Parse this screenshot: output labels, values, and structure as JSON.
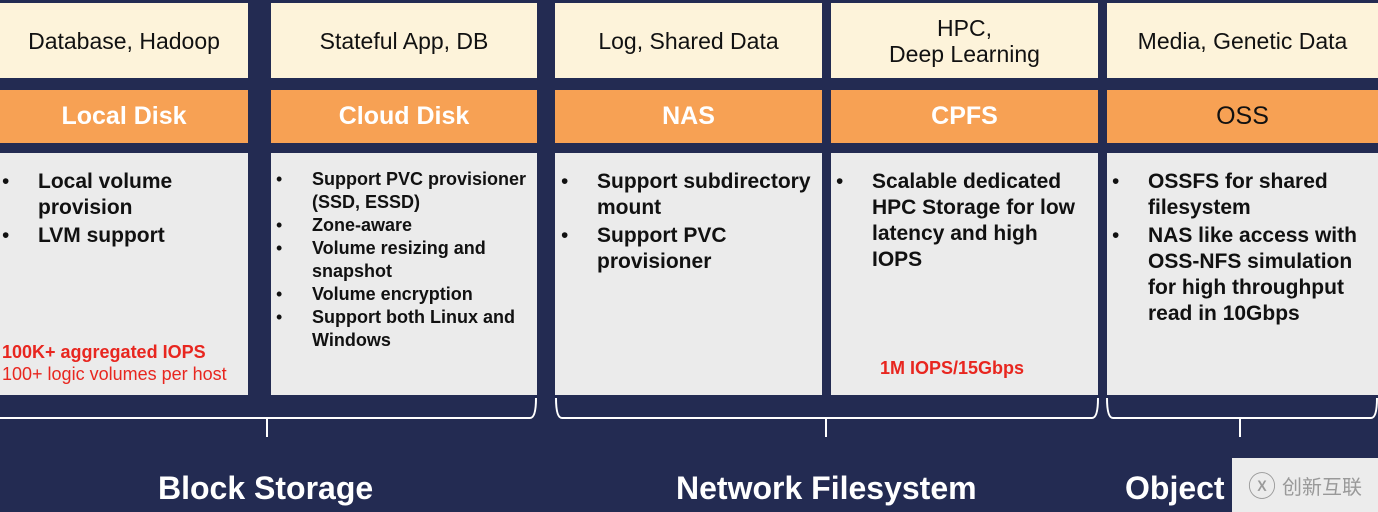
{
  "columns": [
    {
      "use_case": "Database, Hadoop",
      "product": "Local Disk",
      "features": [
        "Local volume provision",
        "LVM support"
      ],
      "highlights": [
        "100K+ aggregated IOPS",
        "100+ logic volumes per host"
      ]
    },
    {
      "use_case": "Stateful App, DB",
      "product": "Cloud Disk",
      "features": [
        "Support PVC provisioner (SSD, ESSD)",
        "Zone-aware",
        "Volume resizing and snapshot",
        "Volume encryption",
        "Support both Linux and Windows"
      ]
    },
    {
      "use_case": "Log, Shared Data",
      "product": "NAS",
      "features": [
        "Support subdirectory mount",
        "Support PVC provisioner"
      ]
    },
    {
      "use_case_line1": "HPC,",
      "use_case_line2": "Deep Learning",
      "product": "CPFS",
      "features": [
        "Scalable dedicated HPC Storage for low latency and high IOPS"
      ],
      "highlights": [
        "1M IOPS/15Gbps"
      ]
    },
    {
      "use_case": "Media, Genetic Data",
      "product": "OSS",
      "features": [
        "OSSFS for shared filesystem",
        "NAS like access with OSS-NFS simulation for high throughput read in 10Gbps"
      ]
    }
  ],
  "categories": [
    "Block Storage",
    "Network Filesystem",
    "Object"
  ],
  "watermark": "创新互联"
}
